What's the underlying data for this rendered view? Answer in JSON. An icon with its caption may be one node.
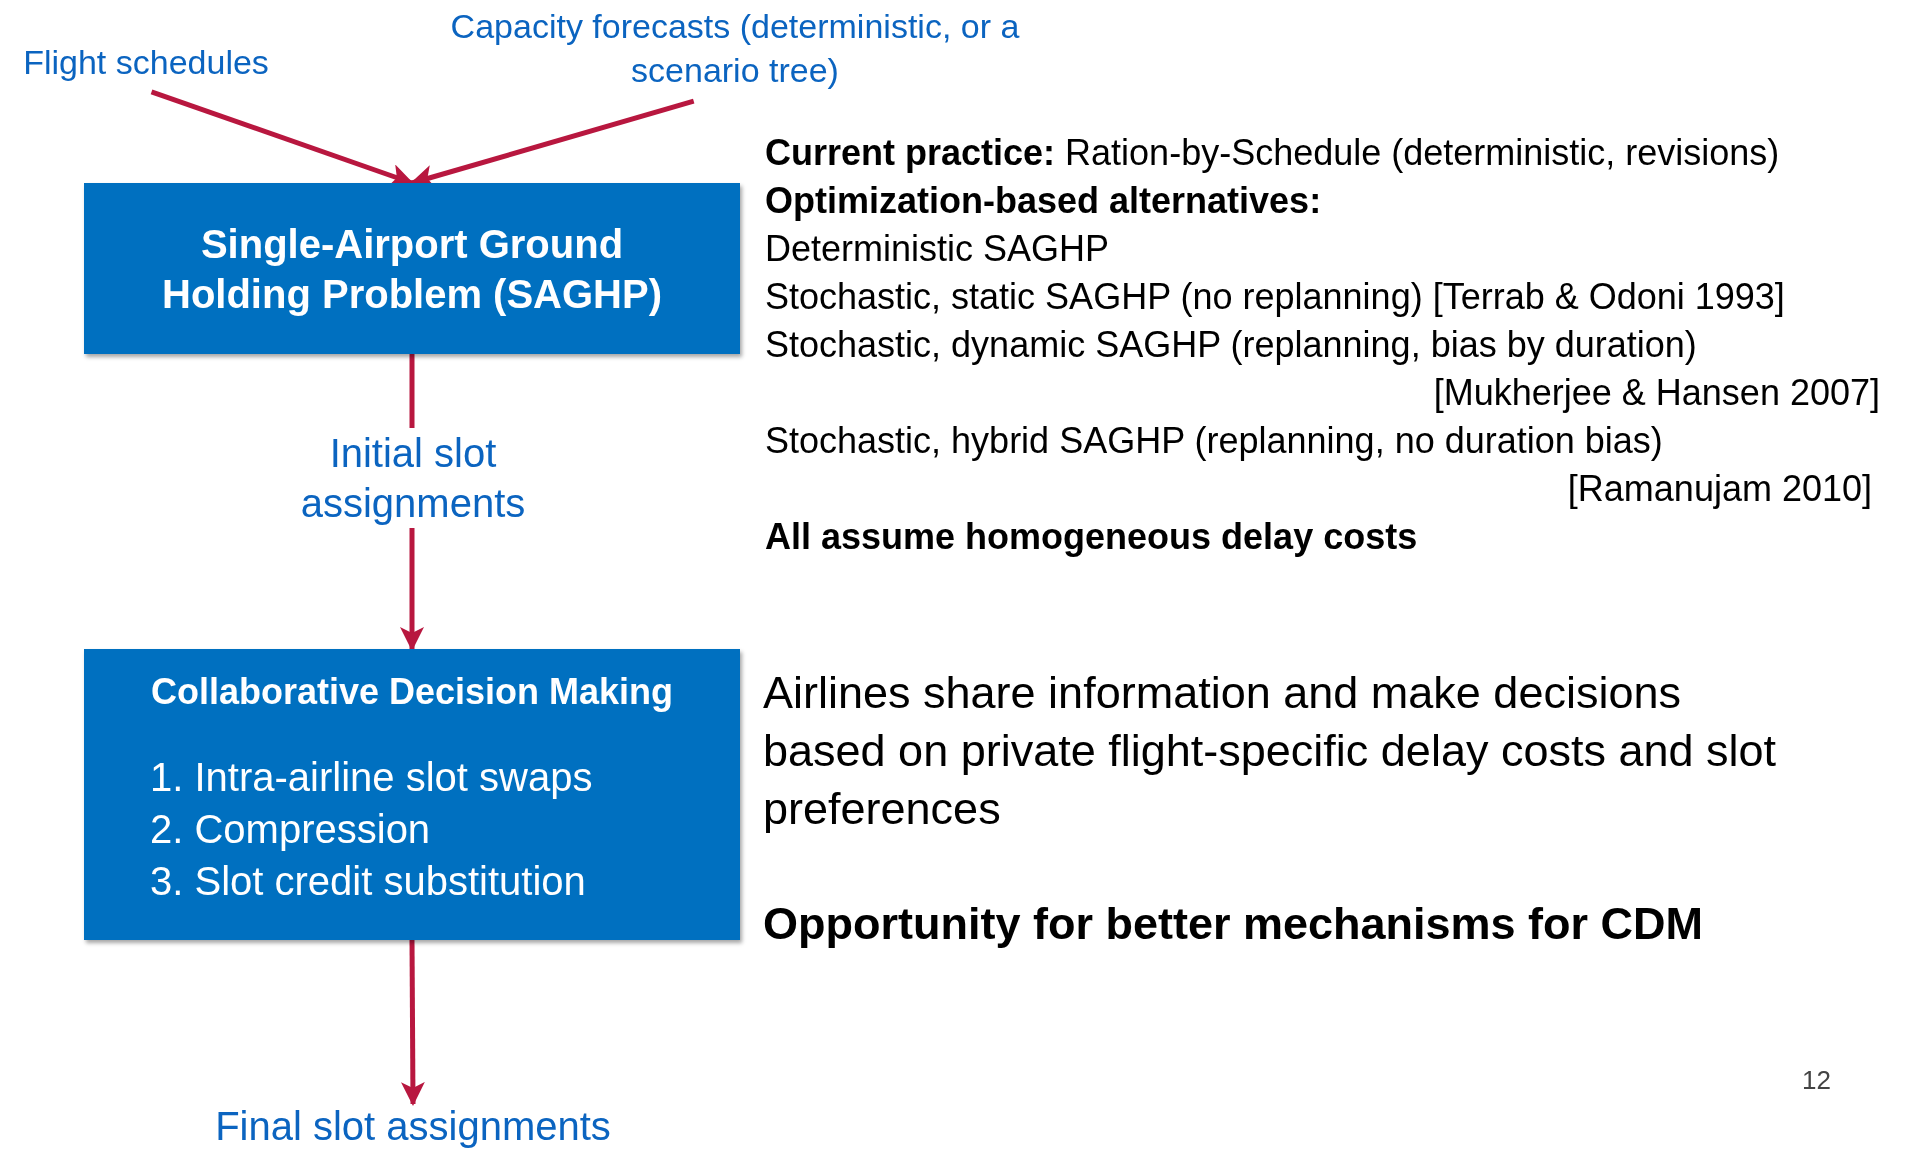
{
  "diagram": {
    "nodes": [
      {
        "text": [
          "Flight schedules"
        ]
      },
      {
        "text": [
          "Capacity forecasts (deterministic, or a scenario tree)"
        ]
      },
      {
        "text": [
          "Single-Airport Ground Holding Problem (SAGHP)"
        ]
      },
      {
        "text": [
          "Collaborative Decision Making",
          "1. Intra-airline slot swaps",
          "2. Compression",
          "3. Slot credit substitution"
        ]
      },
      {
        "text": [
          "Final slot assignments"
        ]
      }
    ],
    "edges": [
      {
        "from": 0,
        "to": 2,
        "arrow": "to"
      },
      {
        "from": 1,
        "to": 2,
        "arrow": "to"
      },
      {
        "from": 2,
        "to": 3,
        "arrow": "to",
        "label": "Initial slot assignments"
      },
      {
        "from": 3,
        "to": 4,
        "arrow": "to"
      }
    ],
    "labels": [
      "**Current practice:** Ration-by-Schedule (deterministic, revisions)",
      "Optimization-based alternatives:",
      "Deterministic SAGHP",
      "Stochastic, static SAGHP (no replanning) [Terrab & Odoni 1993]",
      "Stochastic, dynamic SAGHP (replanning, bias by duration)",
      "[Mukherjee & Hansen 2007]",
      "Stochastic, hybrid SAGHP (replanning, no duration bias)",
      "[Ramanujam 2010]",
      "All assume homogeneous delay costs",
      "Airlines share information and make decisions based on private flight-specific delay costs and slot preferences",
      "Opportunity for better mechanisms for CDM",
      "12"
    ]
  }
}
